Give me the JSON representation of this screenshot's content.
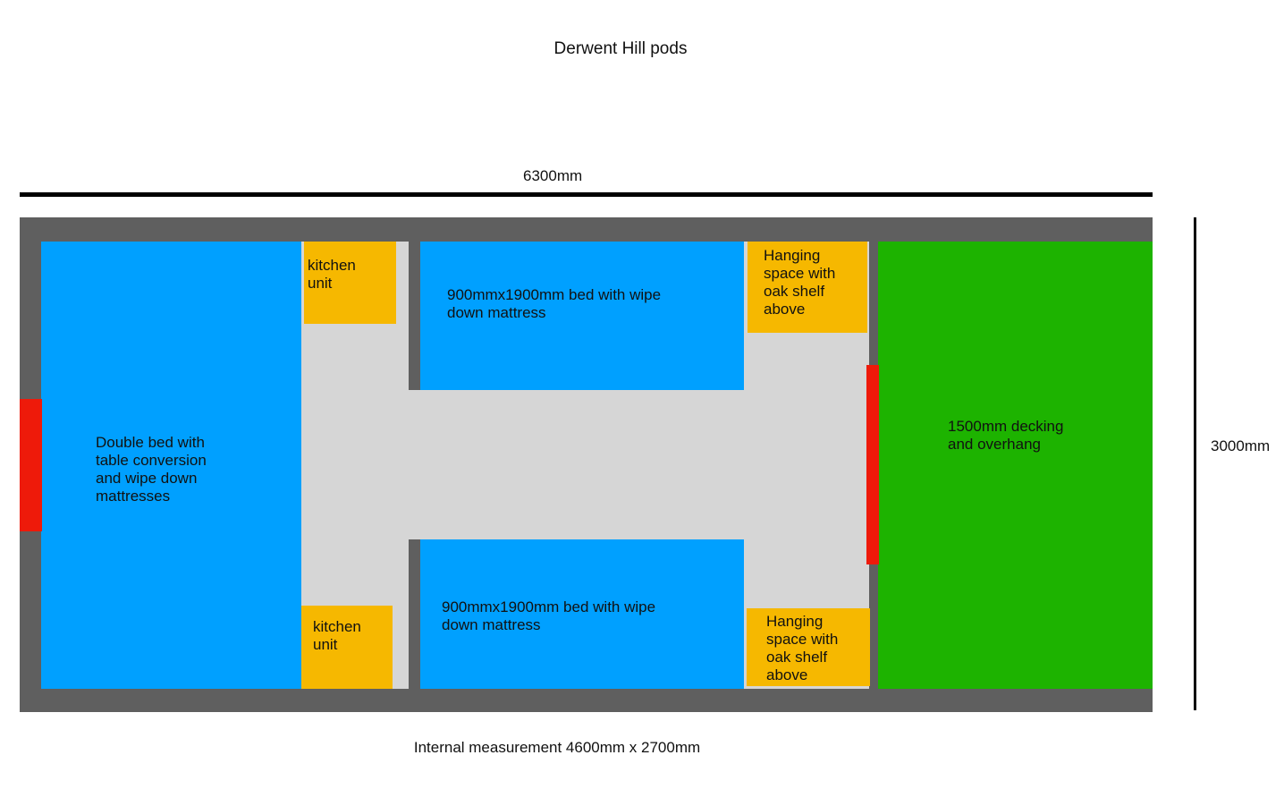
{
  "title": "Derwent Hill pods",
  "dimensions": {
    "width_label": "6300mm",
    "height_label": "3000mm"
  },
  "zones": {
    "double_bed": "Double bed with\ntable conversion\nand wipe down\nmattresses",
    "kitchen_top": "kitchen\nunit",
    "kitchen_bottom": "kitchen\nunit",
    "bed_top": "900mmx1900mm bed with wipe\ndown mattress",
    "bed_bottom": "900mmx1900mm bed with wipe\ndown mattress",
    "hanging_top": "Hanging\nspace with\noak shelf\nabove",
    "hanging_bottom": "Hanging\nspace with\noak shelf\nabove",
    "decking": "1500mm decking\nand overhang"
  },
  "footer": "Internal measurement 4600mm x 2700mm",
  "colors": {
    "wall": "#5f5f5f",
    "floor": "#d6d6d6",
    "bed": "#00a0ff",
    "storage": "#f6b800",
    "decking": "#1db300",
    "door": "#ee1a0a"
  }
}
